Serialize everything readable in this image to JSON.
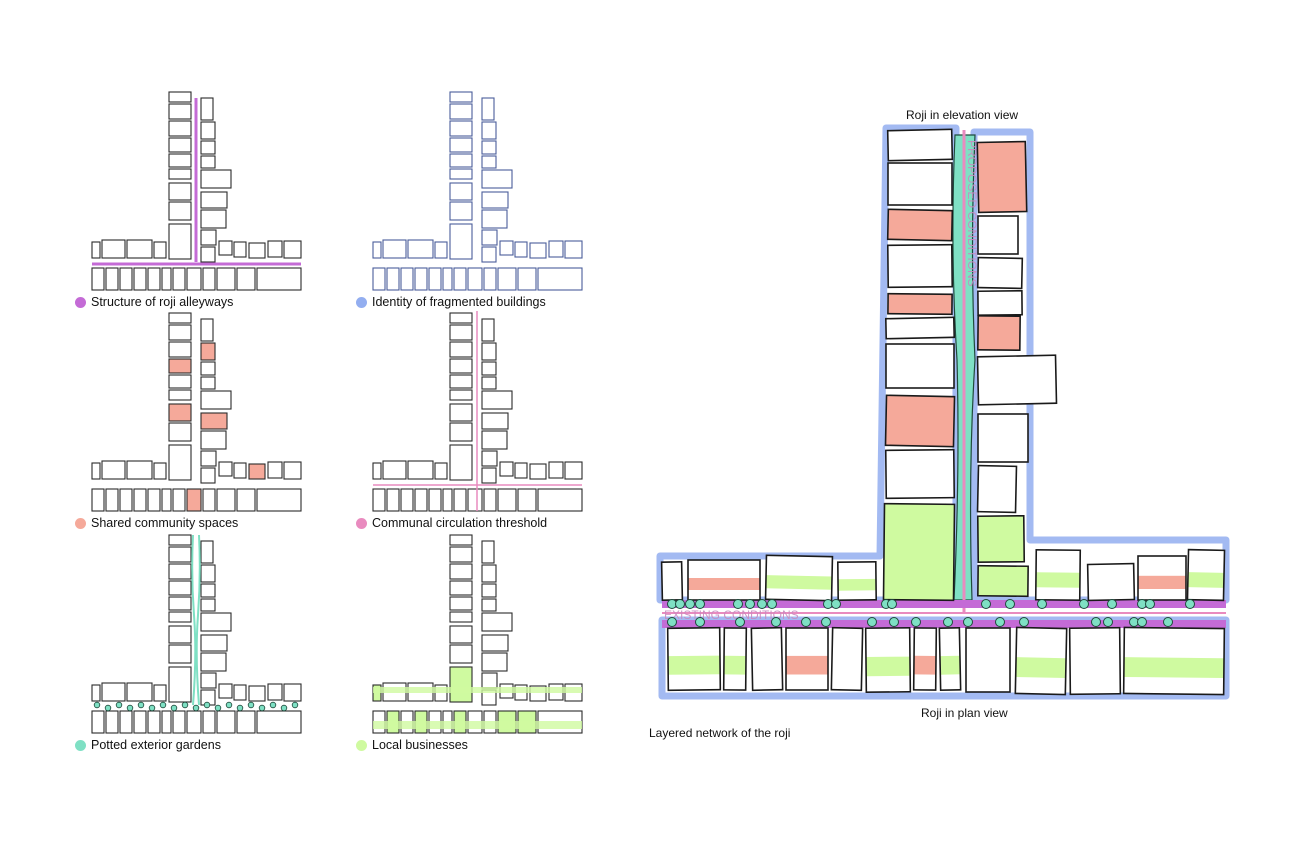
{
  "colors": {
    "alley": "#c46bd6",
    "identity": "#93aef0",
    "shared": "#f5a99a",
    "circulation": "#e98bbf",
    "garden": "#7fe0c4",
    "business": "#cffaa0",
    "outline": "#2b2b2b",
    "identity_outline": "#4a5d9a"
  },
  "legend": [
    {
      "key": "alley",
      "label": "Structure of roji alleyways",
      "color": "#c46bd6"
    },
    {
      "key": "identity",
      "label": "Identity of fragmented buildings",
      "color": "#93aef0"
    },
    {
      "key": "shared",
      "label": "Shared community spaces",
      "color": "#f5a99a"
    },
    {
      "key": "circulation",
      "label": "Communal circulation threshold",
      "color": "#e98bbf"
    },
    {
      "key": "garden",
      "label": "Potted exterior gardens",
      "color": "#7fe0c4"
    },
    {
      "key": "business",
      "label": "Local businesses",
      "color": "#cffaa0"
    }
  ],
  "main": {
    "top_caption": "Roji in elevation view",
    "bottom_caption": "Roji in plan view",
    "footer_caption": "Layered network of the roji",
    "vertical_tag": "PROPOSED CONDITIONS",
    "horizontal_tag": "EXISTING CONDITIONS"
  }
}
